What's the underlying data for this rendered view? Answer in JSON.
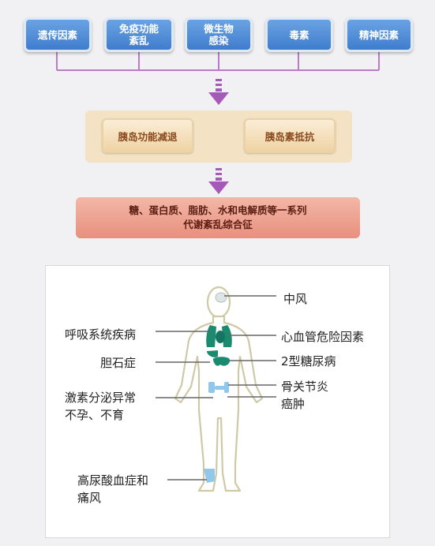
{
  "causes": [
    "遗传因素",
    "免疫功能\n紊乱",
    "微生物\n感染",
    "毒素",
    "精神因素"
  ],
  "mechanisms": [
    "胰岛功能减退",
    "胰岛素抵抗"
  ],
  "outcome": {
    "line1": "糖、蛋白质、脂肪、水和电解质等一系列",
    "line2": "代谢紊乱综合征"
  },
  "complications": {
    "stroke": "中风",
    "respiratory": "呼吸系统疾病",
    "cardio": "心血管危险因素",
    "gallstone": "胆石症",
    "diabetes": "2型糖尿病",
    "arthritis": "骨关节炎",
    "endocrine_l1": "激素分泌异常",
    "endocrine_l2": "不孕、不育",
    "cancer": "癌肿",
    "gout_l1": "高尿酸血症和",
    "gout_l2": "痛风"
  },
  "colors": {
    "cause_box": "#4f8bd8",
    "connector": "#b87bc6",
    "arrow": "#a55ab8",
    "organs": "#1b8a6e",
    "joints": "#8fc8ea"
  }
}
